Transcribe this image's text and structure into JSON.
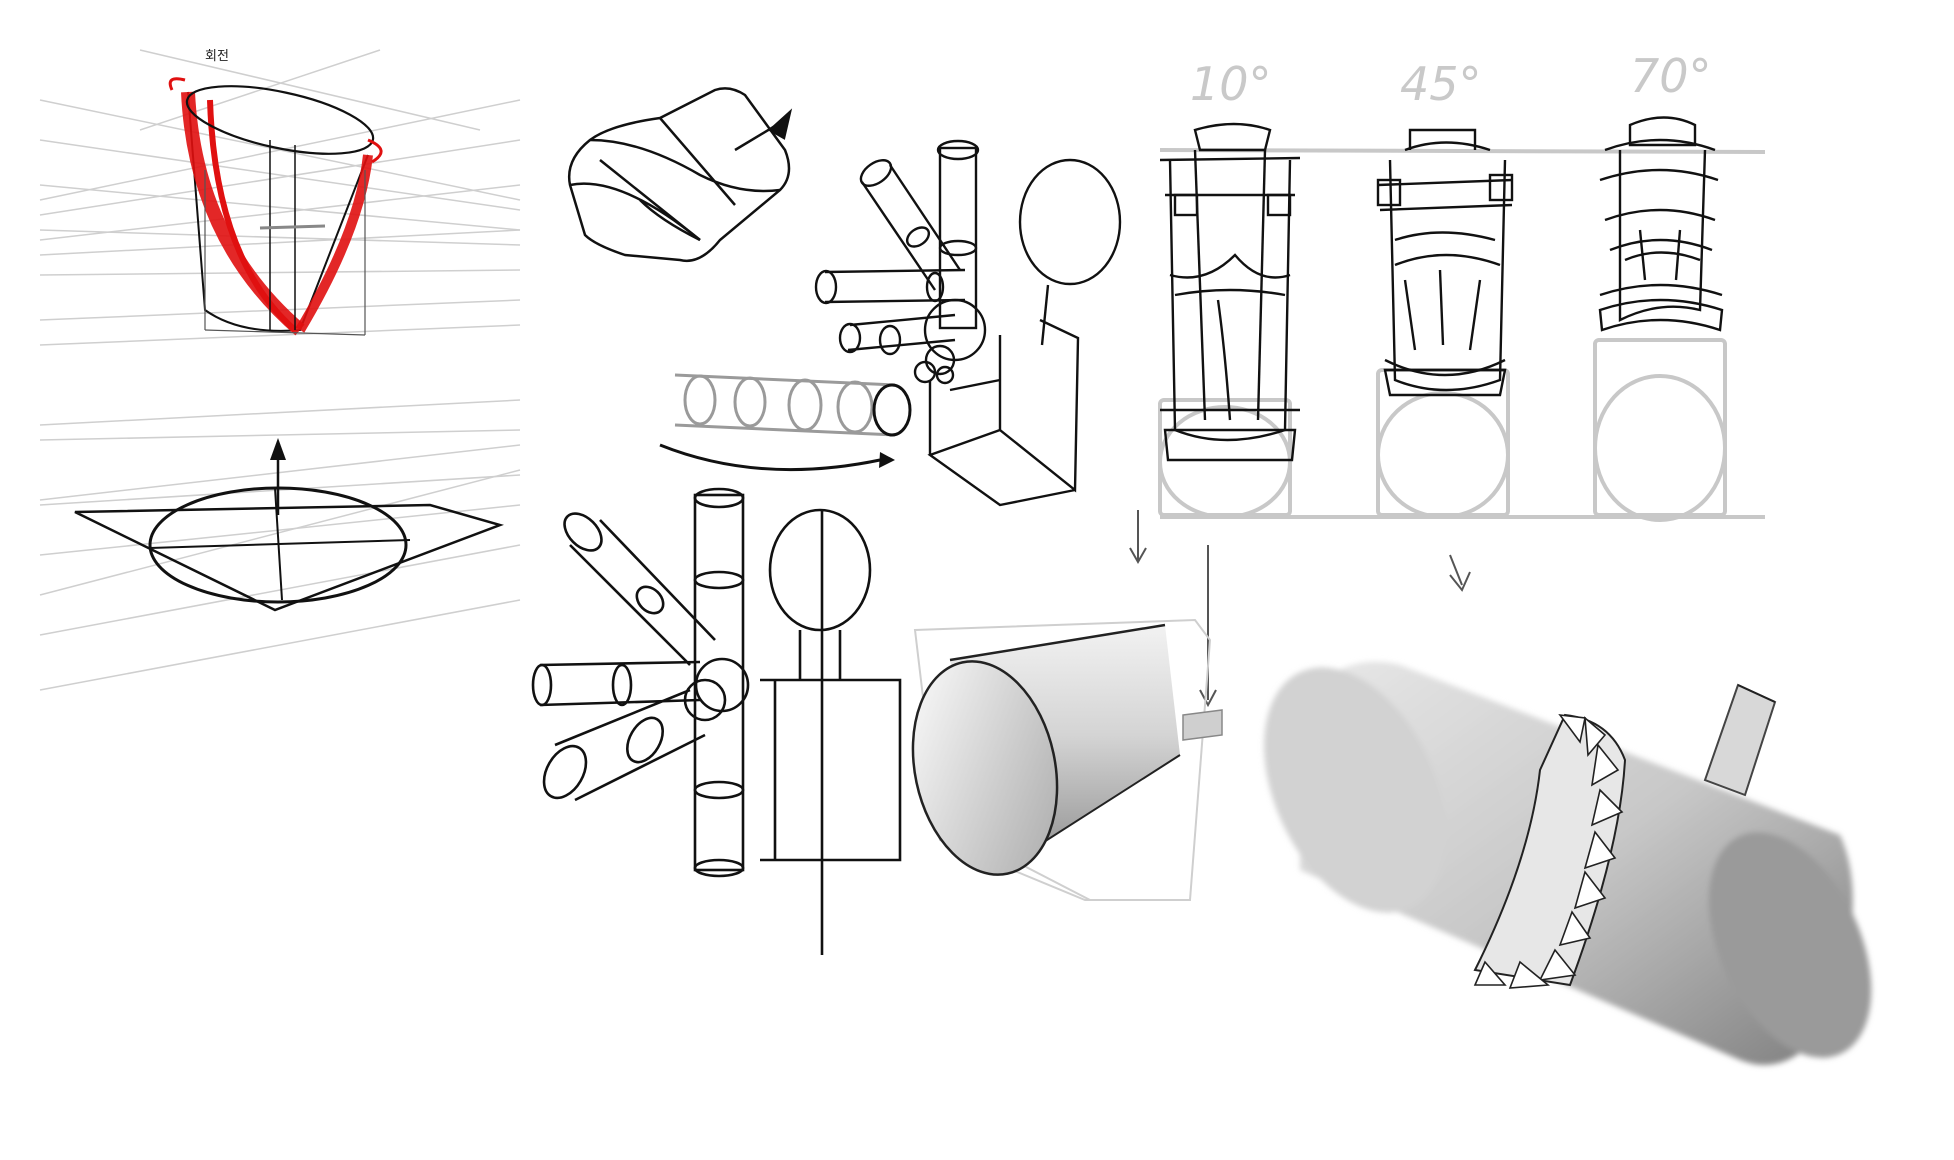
{
  "sketch_sheet": {
    "panel_top_left": {
      "note": "회전"
    },
    "angle_labels": [
      "10°",
      "45°",
      "70°"
    ],
    "colors": {
      "ink": "#111111",
      "highlight": "#e01010",
      "guide": "#bdbdbd",
      "shade": "#8a8a8a"
    }
  }
}
